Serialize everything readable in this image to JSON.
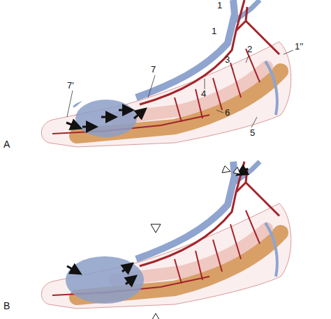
{
  "diagram": {
    "labels": [
      "1",
      "1",
      "1′′",
      "2",
      "3",
      "4",
      "5",
      "6",
      "7",
      "7′",
      "A",
      "B"
    ]
  }
}
